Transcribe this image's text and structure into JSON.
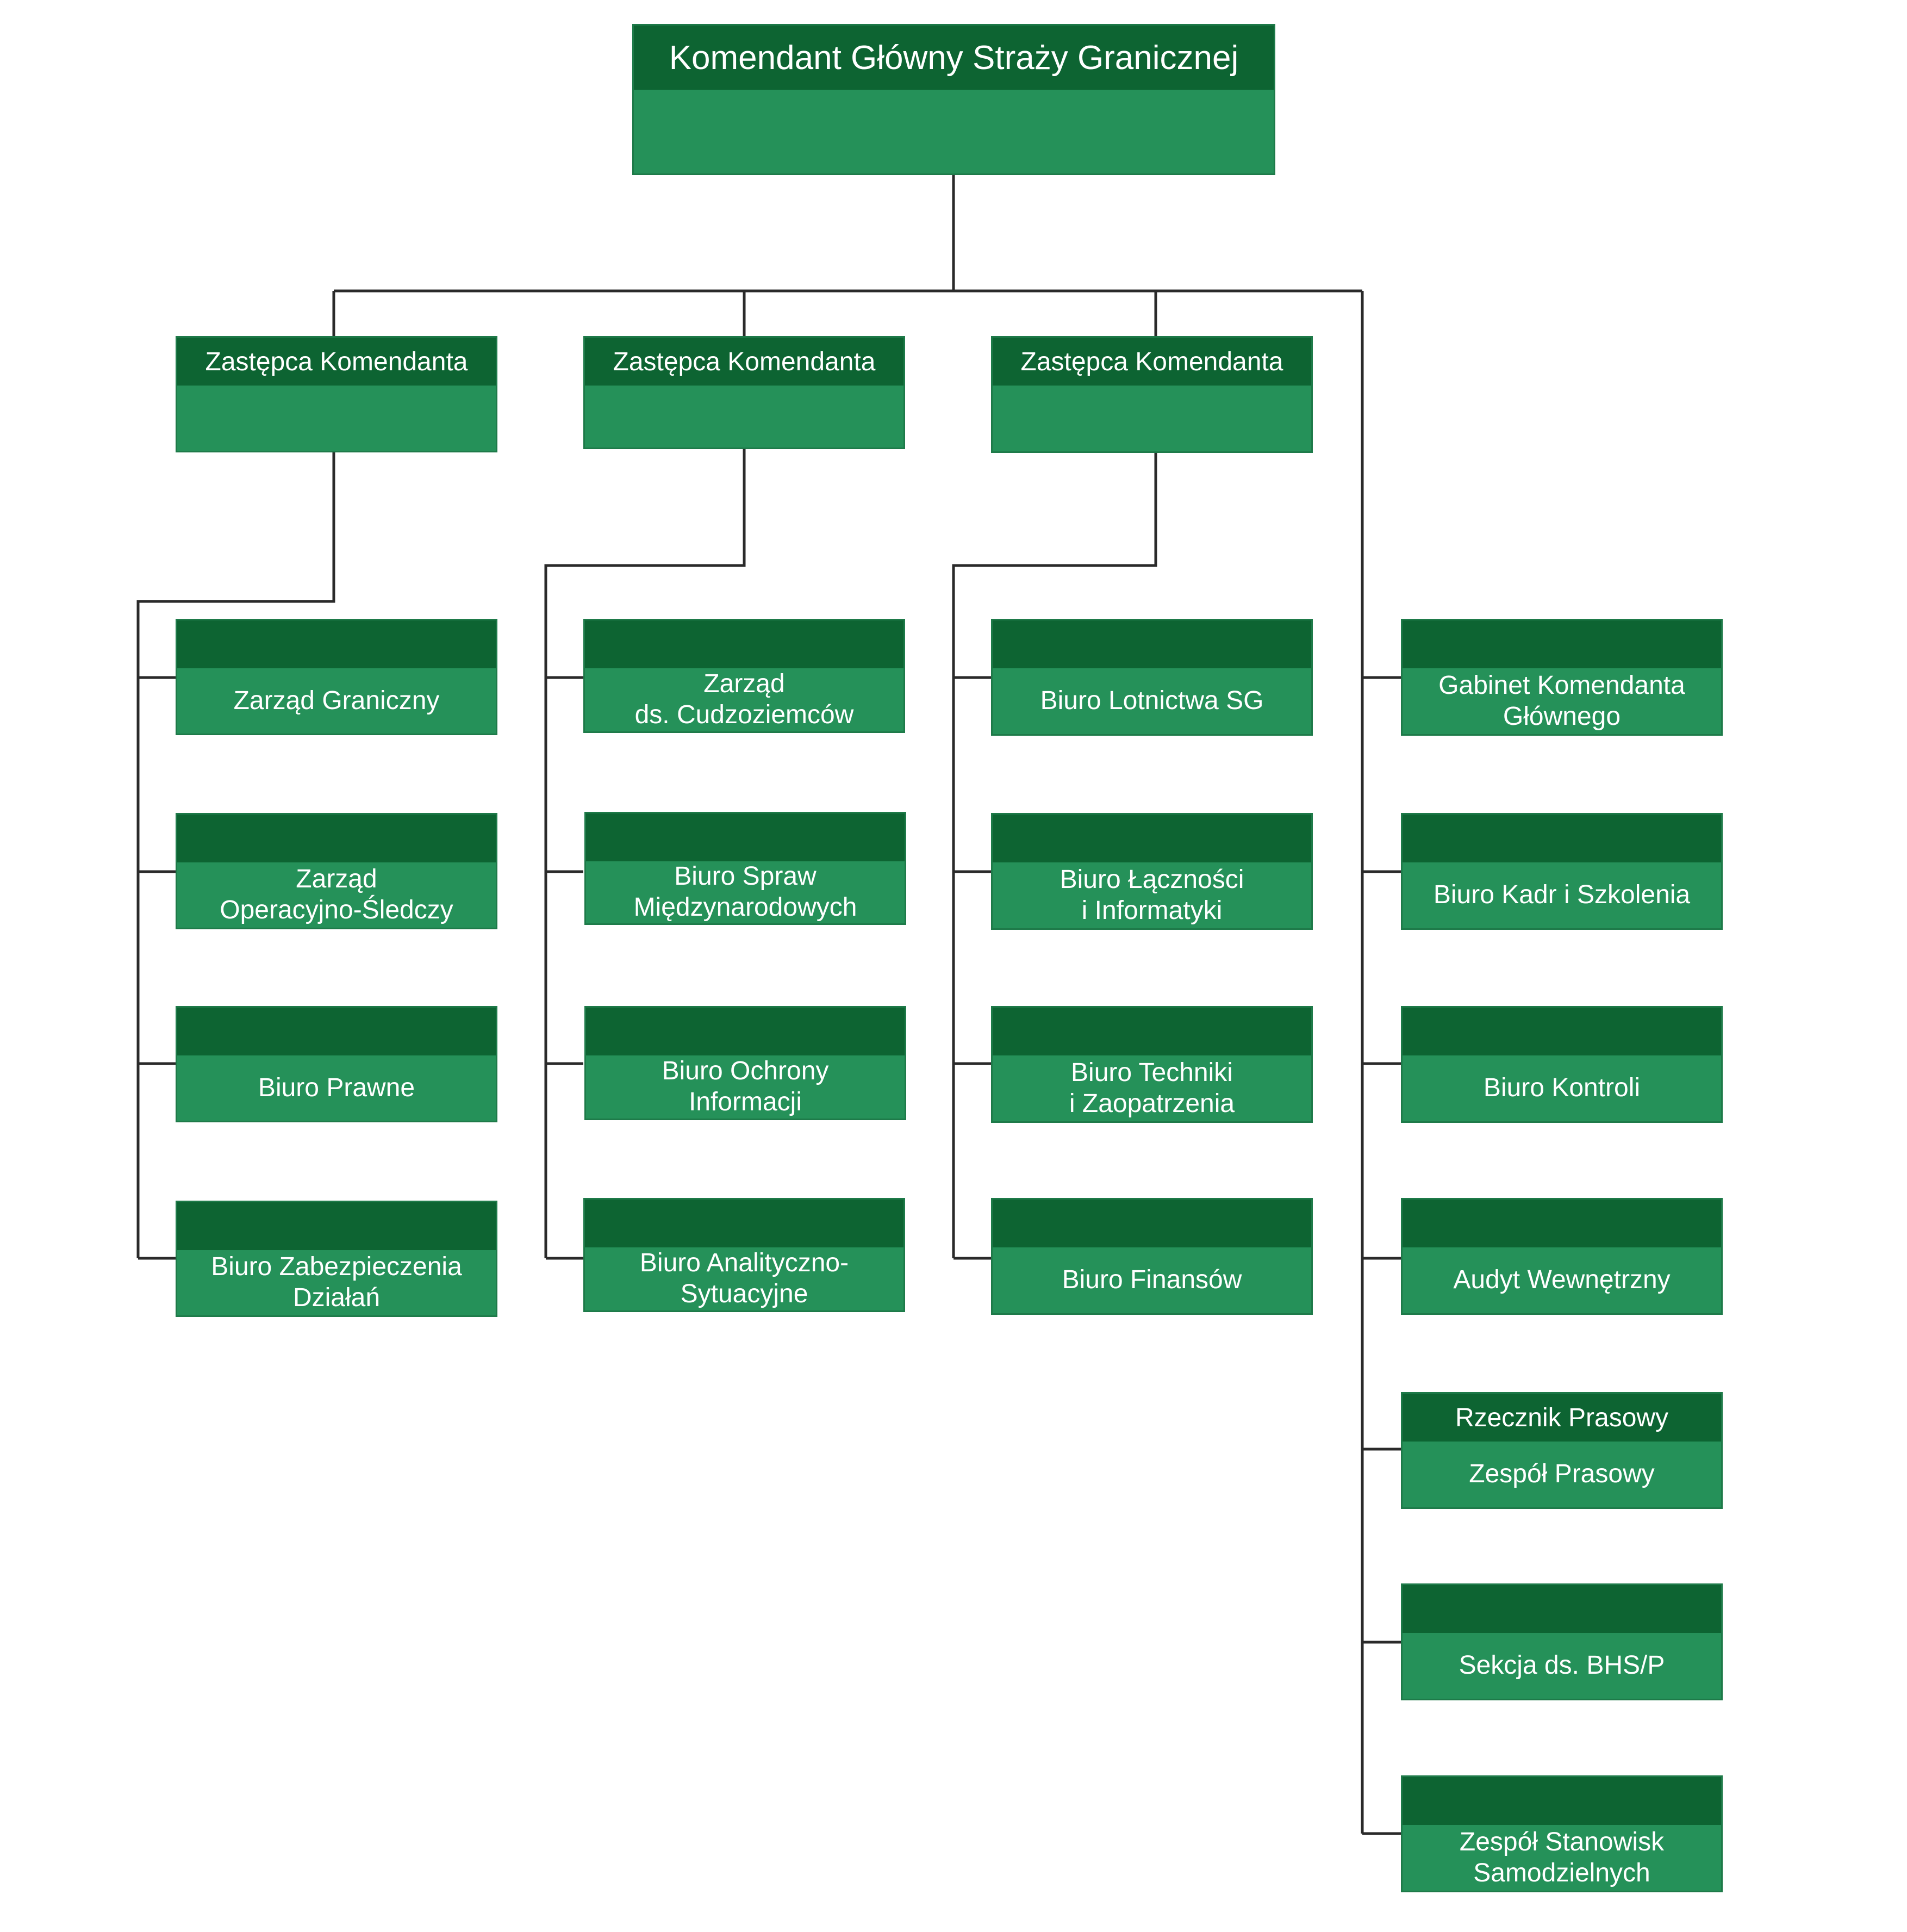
{
  "chart": {
    "top": {
      "title": "Komendant Główny Straży Granicznej"
    },
    "deputies": [
      {
        "title": "Zastępca Komendanta"
      },
      {
        "title": "Zastępca Komendanta"
      },
      {
        "title": "Zastępca Komendanta"
      }
    ],
    "columns": [
      [
        {
          "header": "",
          "name": "Zarząd Graniczny"
        },
        {
          "header": "",
          "name": "Zarząd\nOperacyjno-Śledczy"
        },
        {
          "header": "",
          "name": "Biuro Prawne"
        },
        {
          "header": "",
          "name": "Biuro Zabezpieczenia\nDziałań"
        }
      ],
      [
        {
          "header": "",
          "name": "Zarząd\nds. Cudzoziemców"
        },
        {
          "header": "",
          "name": "Biuro Spraw\nMiędzynarodowych"
        },
        {
          "header": "",
          "name": "Biuro Ochrony\nInformacji"
        },
        {
          "header": "",
          "name": "Biuro Analityczno-\nSytuacyjne"
        }
      ],
      [
        {
          "header": "",
          "name": "Biuro Lotnictwa SG"
        },
        {
          "header": "",
          "name": "Biuro Łączności\ni Informatyki"
        },
        {
          "header": "",
          "name": "Biuro Techniki\ni Zaopatrzenia"
        },
        {
          "header": "",
          "name": "Biuro Finansów"
        }
      ],
      [
        {
          "header": "",
          "name": "Gabinet Komendanta\nGłównego"
        },
        {
          "header": "",
          "name": "Biuro Kadr i Szkolenia"
        },
        {
          "header": "",
          "name": "Biuro Kontroli"
        },
        {
          "header": "",
          "name": "Audyt Wewnętrzny"
        },
        {
          "header": "Rzecznik Prasowy",
          "name": "Zespół Prasowy"
        },
        {
          "header": "",
          "name": "Sekcja ds. BHS/P"
        },
        {
          "header": "",
          "name": "Zespół Stanowisk\nSamodzielnych"
        }
      ]
    ],
    "colors": {
      "header": "#0d6432",
      "body": "#259159",
      "line": "#2a2a2a"
    }
  }
}
